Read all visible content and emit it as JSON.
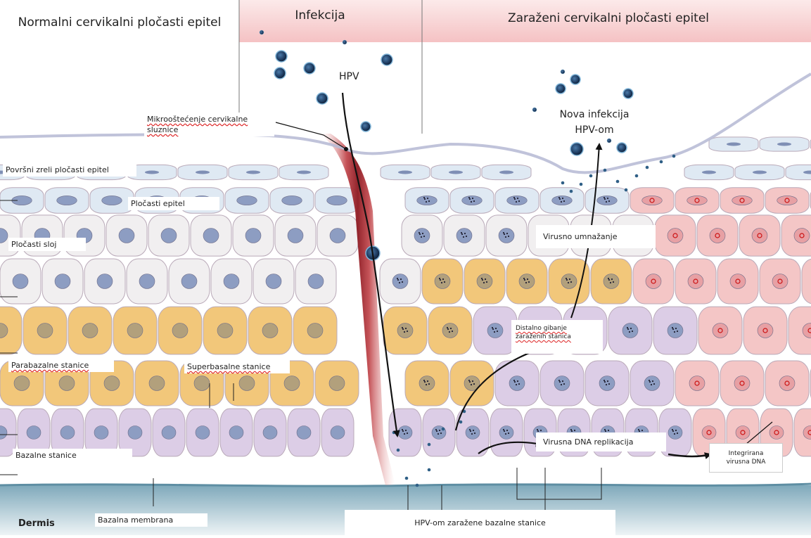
{
  "titles": {
    "normal": "Normalni cervikalni pločasti epitel",
    "infection": "Infekcija",
    "infected": "Zaraženi cervikalni pločasti epitel"
  },
  "labels": {
    "hpv": "HPV",
    "microinjury": "Mikrooštećenje cervikalne sluznice",
    "surface_epithelium": "Površni zreli pločasti epitel",
    "squamous_epithelium": "Pločasti epitel",
    "squamous_layer": "Pločasti sloj",
    "parabasal": "Parabazalne stanice",
    "suprabasal": "Superbasalne stanice",
    "basal": "Bazalne stanice",
    "dermis": "Dermis",
    "basement_membrane": "Bazalna membrana",
    "new_infection": "Nova infekcija HPV-om",
    "viral_multiplication": "Virusno umnažanje",
    "distal_movement": "Distalno gibanje zaraženih stanica",
    "viral_dna_replication": "Virusna DNA replikacija",
    "integrated_dna": "Integrirana virusna DNA",
    "infected_basal": "HPV-om zaražene bazalne stanice"
  },
  "colors": {
    "surface_cell": "#dfe9f3",
    "squamous_cell": "#f1eff0",
    "suprabasal_cell": "#f2c77a",
    "basal_cell": "#dccde6",
    "infected_pink": "#f4c6c6",
    "lesion": "#a8262e",
    "virus": "#2a4e7a",
    "membrane": "#8eb4c4"
  }
}
